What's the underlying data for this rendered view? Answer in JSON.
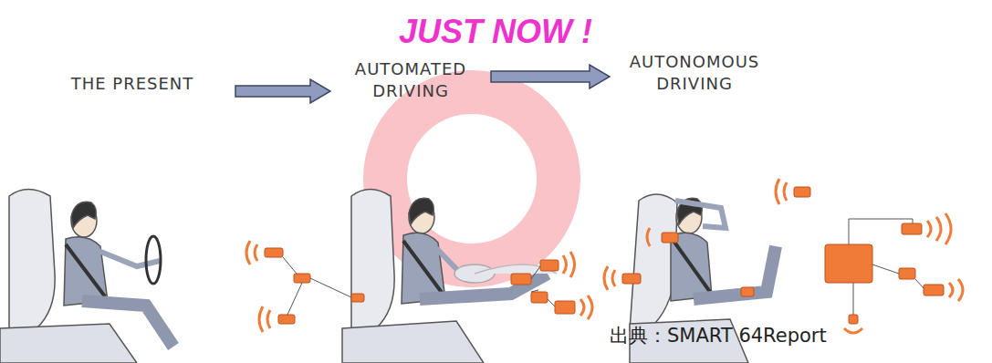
{
  "diagram": {
    "title": "JUST NOW !",
    "caption": "出典：SMART 64Report",
    "nodes": [
      {
        "text": [
          "THE PRESENT"
        ]
      },
      {
        "text": [
          "AUTOMATED DRIVING"
        ]
      },
      {
        "text": [
          "AUTONOMOUS DRIVING"
        ]
      }
    ],
    "edges": [
      {
        "from": 0,
        "to": 1,
        "arrow": "to"
      },
      {
        "from": 1,
        "to": 2,
        "arrow": "to"
      }
    ]
  }
}
